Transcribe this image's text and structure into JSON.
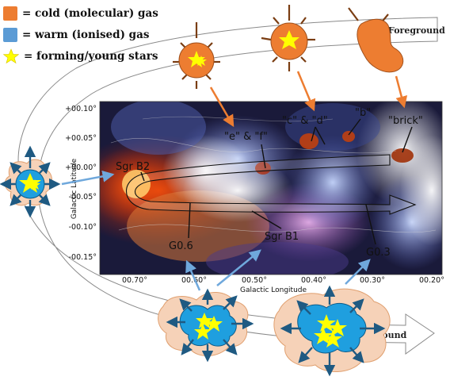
{
  "legend": {
    "cold": {
      "label": "= cold (molecular) gas",
      "color": "#ed7d31"
    },
    "warm": {
      "label": "= warm (ionised) gas",
      "color": "#5b9bd5"
    },
    "stars": {
      "label": "= forming/young stars",
      "color": "#ffff00"
    }
  },
  "orbit": {
    "foreground": "Foreground",
    "background": "Background"
  },
  "map": {
    "y_axis_label": "Galactic Latitude",
    "x_axis_label": "Galactic Longitude",
    "y_ticks": [
      "+00.10°",
      "+00.05°",
      "+00.00°",
      "-00.05°",
      "-00.10°",
      "-00.15°"
    ],
    "x_ticks": [
      "00.70°",
      "00.60°",
      "00.50°",
      "00.40°",
      "00.30°",
      "00.20°"
    ],
    "sources": {
      "sgrb2": "Sgr B2",
      "ef": "\"e\" & \"f\"",
      "cd": "\"c\" & \"d\"",
      "b": "\"b\"",
      "brick": "\"brick\"",
      "g06": "G0.6",
      "sgrb1": "Sgr B1",
      "g03": "G0.3"
    }
  },
  "colors": {
    "cold": "#ed7d31",
    "warm": "#1f9fdf",
    "stars": "#ffff00",
    "arrow": "#1f5a82",
    "pointer_orange": "#ed7d31",
    "pointer_blue": "#6fa8dc"
  }
}
